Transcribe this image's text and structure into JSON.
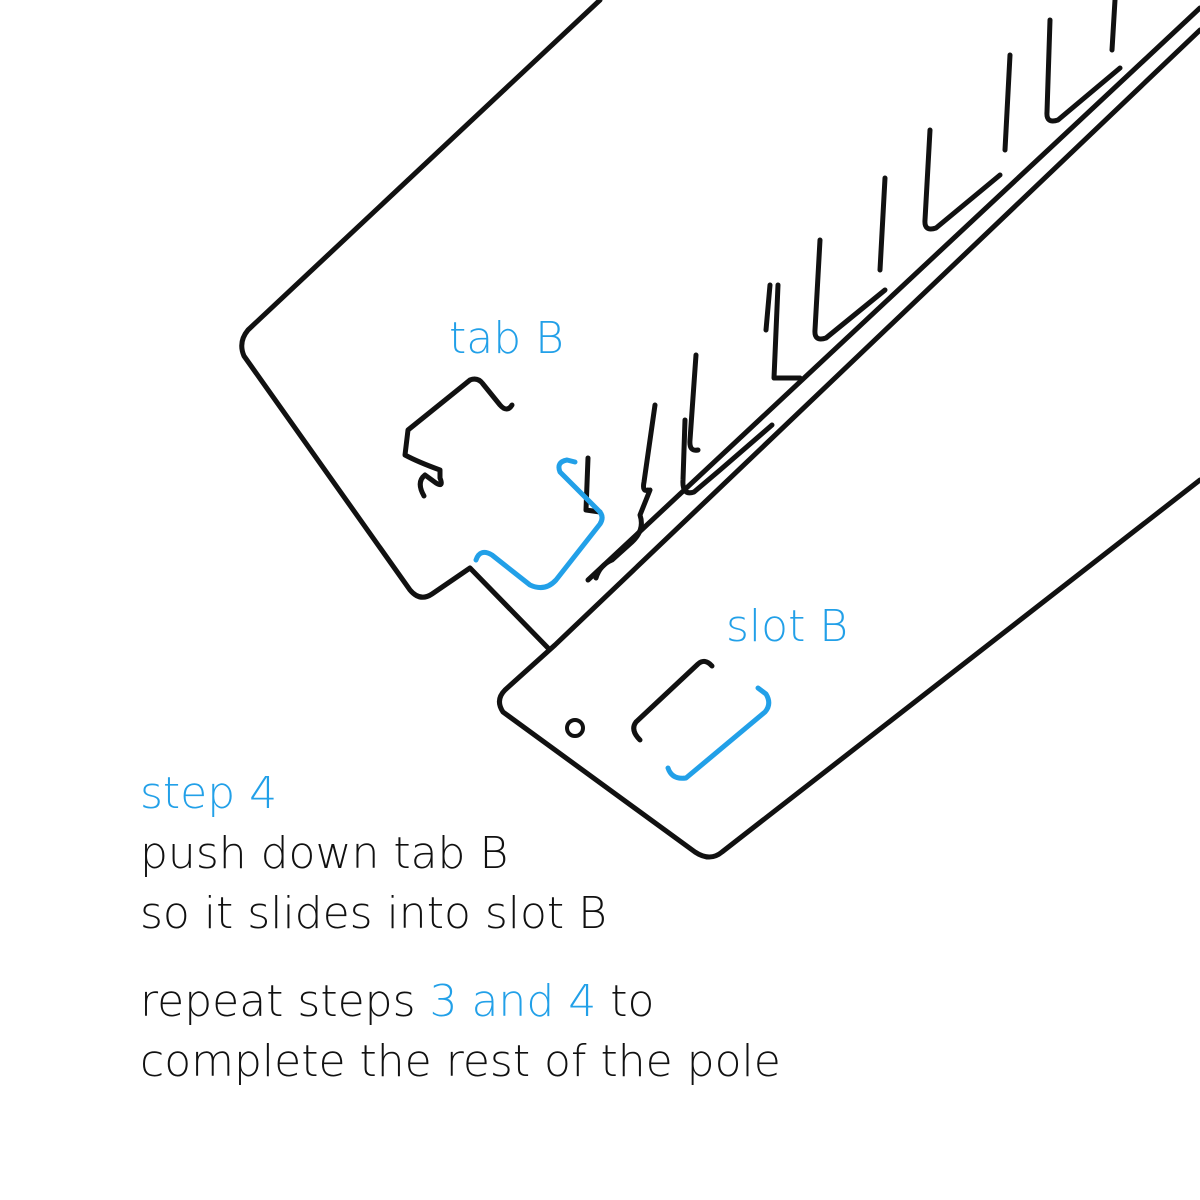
{
  "colors": {
    "accent": "#22a0e8",
    "ink": "#111111",
    "background": "#ffffff"
  },
  "labels": {
    "tab": "tab B",
    "slot": "slot B"
  },
  "instructions": {
    "step_title": "step 4",
    "line1": "push down tab B",
    "line2": "so it slides into slot B",
    "repeat_before": "repeat steps ",
    "repeat_highlight": "3 and 4",
    "repeat_after": " to",
    "repeat_line2": "complete the rest of the pole"
  }
}
